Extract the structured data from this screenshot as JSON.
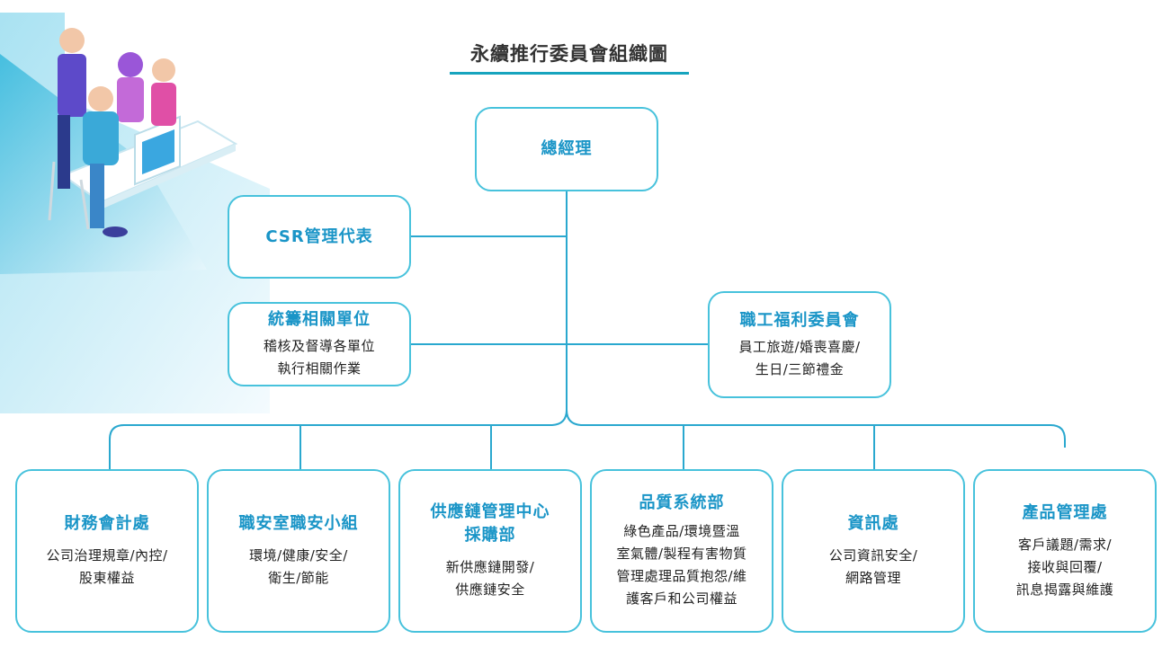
{
  "title": "永續推行委員會組織圖",
  "top": {
    "label": "總經理"
  },
  "csr": {
    "label": "CSR管理代表"
  },
  "coordination": {
    "label": "統籌相關單位",
    "desc": [
      "稽核及督導各單位",
      "執行相關作業"
    ]
  },
  "welfare": {
    "label": "職工福利委員會",
    "desc": [
      "員工旅遊/婚喪喜慶/",
      "生日/三節禮金"
    ]
  },
  "departments": [
    {
      "label": [
        "財務會計處"
      ],
      "desc": [
        "公司治理規章/內控/",
        "股東權益"
      ]
    },
    {
      "label": [
        "職安室職安小組"
      ],
      "desc": [
        "環境/健康/安全/",
        "衛生/節能"
      ]
    },
    {
      "label": [
        "供應鏈管理中心",
        "採購部"
      ],
      "desc": [
        "新供應鏈開發/",
        "供應鏈安全"
      ]
    },
    {
      "label": [
        "品質系統部"
      ],
      "desc": [
        "綠色產品/環境暨溫",
        "室氣體/製程有害物質",
        "管理處理品質抱怨/維",
        "護客戶和公司權益"
      ]
    },
    {
      "label": [
        "資訊處"
      ],
      "desc": [
        "公司資訊安全/",
        "網路管理"
      ]
    },
    {
      "label": [
        "產品管理處"
      ],
      "desc": [
        "客戶議題/需求/",
        "接收與回覆/",
        "訊息揭露與維護"
      ]
    }
  ],
  "colors": {
    "border": "#47c2dc",
    "line": "#2aa8cf",
    "heading": "#1a95c7",
    "accent": "#17a4be"
  }
}
